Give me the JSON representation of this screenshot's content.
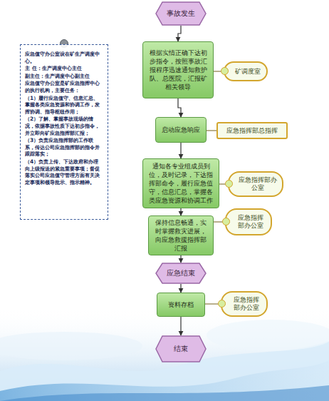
{
  "diagram": {
    "nodes": [
      {
        "text": [
          "事故发生"
        ]
      },
      {
        "text": [
          "根据实情正确下达初步指令，按照事故汇报程序迅速通知救护队、总医院，汇报矿相关领导"
        ]
      },
      {
        "text": [
          "矿调度室"
        ]
      },
      {
        "text": [
          "启动应急响应"
        ]
      },
      {
        "text": [
          "应急指挥部总指挥"
        ]
      },
      {
        "text": [
          "通知各专业组成员到位，及时记录，下达指挥部命令，履行应急值守，信息汇总，掌握各类应急资源和协调工作"
        ]
      },
      {
        "text": [
          "应急指挥部办公室"
        ]
      },
      {
        "text": [
          "保持信息畅通，实时掌握救灾进展，向应急救援指挥部汇报"
        ]
      },
      {
        "text": [
          "应急指挥部办公室"
        ]
      },
      {
        "text": [
          "应急结束"
        ]
      },
      {
        "text": [
          "资料存档"
        ]
      },
      {
        "text": [
          "应急指挥部办公室"
        ]
      },
      {
        "text": [
          "结束"
        ]
      },
      {
        "text": [
          "应急值守办公室设在矿生产调度中心。",
          "主 任：生产调度中心主任",
          "副主任：生产调度中心副主任",
          "应急值守办公室是矿应急指挥中心的执行机构，主要任务：",
          "（1）履行应急值守、信息汇总、掌握各类应急资源和协调工作，发挥协调、指导枢纽作用；",
          "（2）了解、掌握事故现场的情况，依据事故性质下达初步指令，并立即向矿应急指挥部汇报；",
          "（3）负责应急指挥部的工作联系，传达公司应急指挥部的指令并跟踪落实；",
          "（4）负责上传、下达政府和办理向上级报送的紧急重要事项；督促落实公司应急值守管理方面有关决定事项和领导批示、指示精神。"
        ]
      }
    ],
    "edges": [
      {
        "from": 0,
        "to": 1,
        "arrow": "to"
      },
      {
        "from": 1,
        "to": 2,
        "arrow": "none"
      },
      {
        "from": 1,
        "to": 3,
        "arrow": "to"
      },
      {
        "from": 3,
        "to": 4,
        "arrow": "none"
      },
      {
        "from": 3,
        "to": 5,
        "arrow": "to"
      },
      {
        "from": 5,
        "to": 6,
        "arrow": "none"
      },
      {
        "from": 5,
        "to": 7,
        "arrow": "to"
      },
      {
        "from": 7,
        "to": 8,
        "arrow": "none"
      },
      {
        "from": 7,
        "to": 9,
        "arrow": "to"
      },
      {
        "from": 9,
        "to": 10,
        "arrow": "to"
      },
      {
        "from": 10,
        "to": 11,
        "arrow": "none"
      },
      {
        "from": 10,
        "to": 12,
        "arrow": "to"
      }
    ]
  }
}
